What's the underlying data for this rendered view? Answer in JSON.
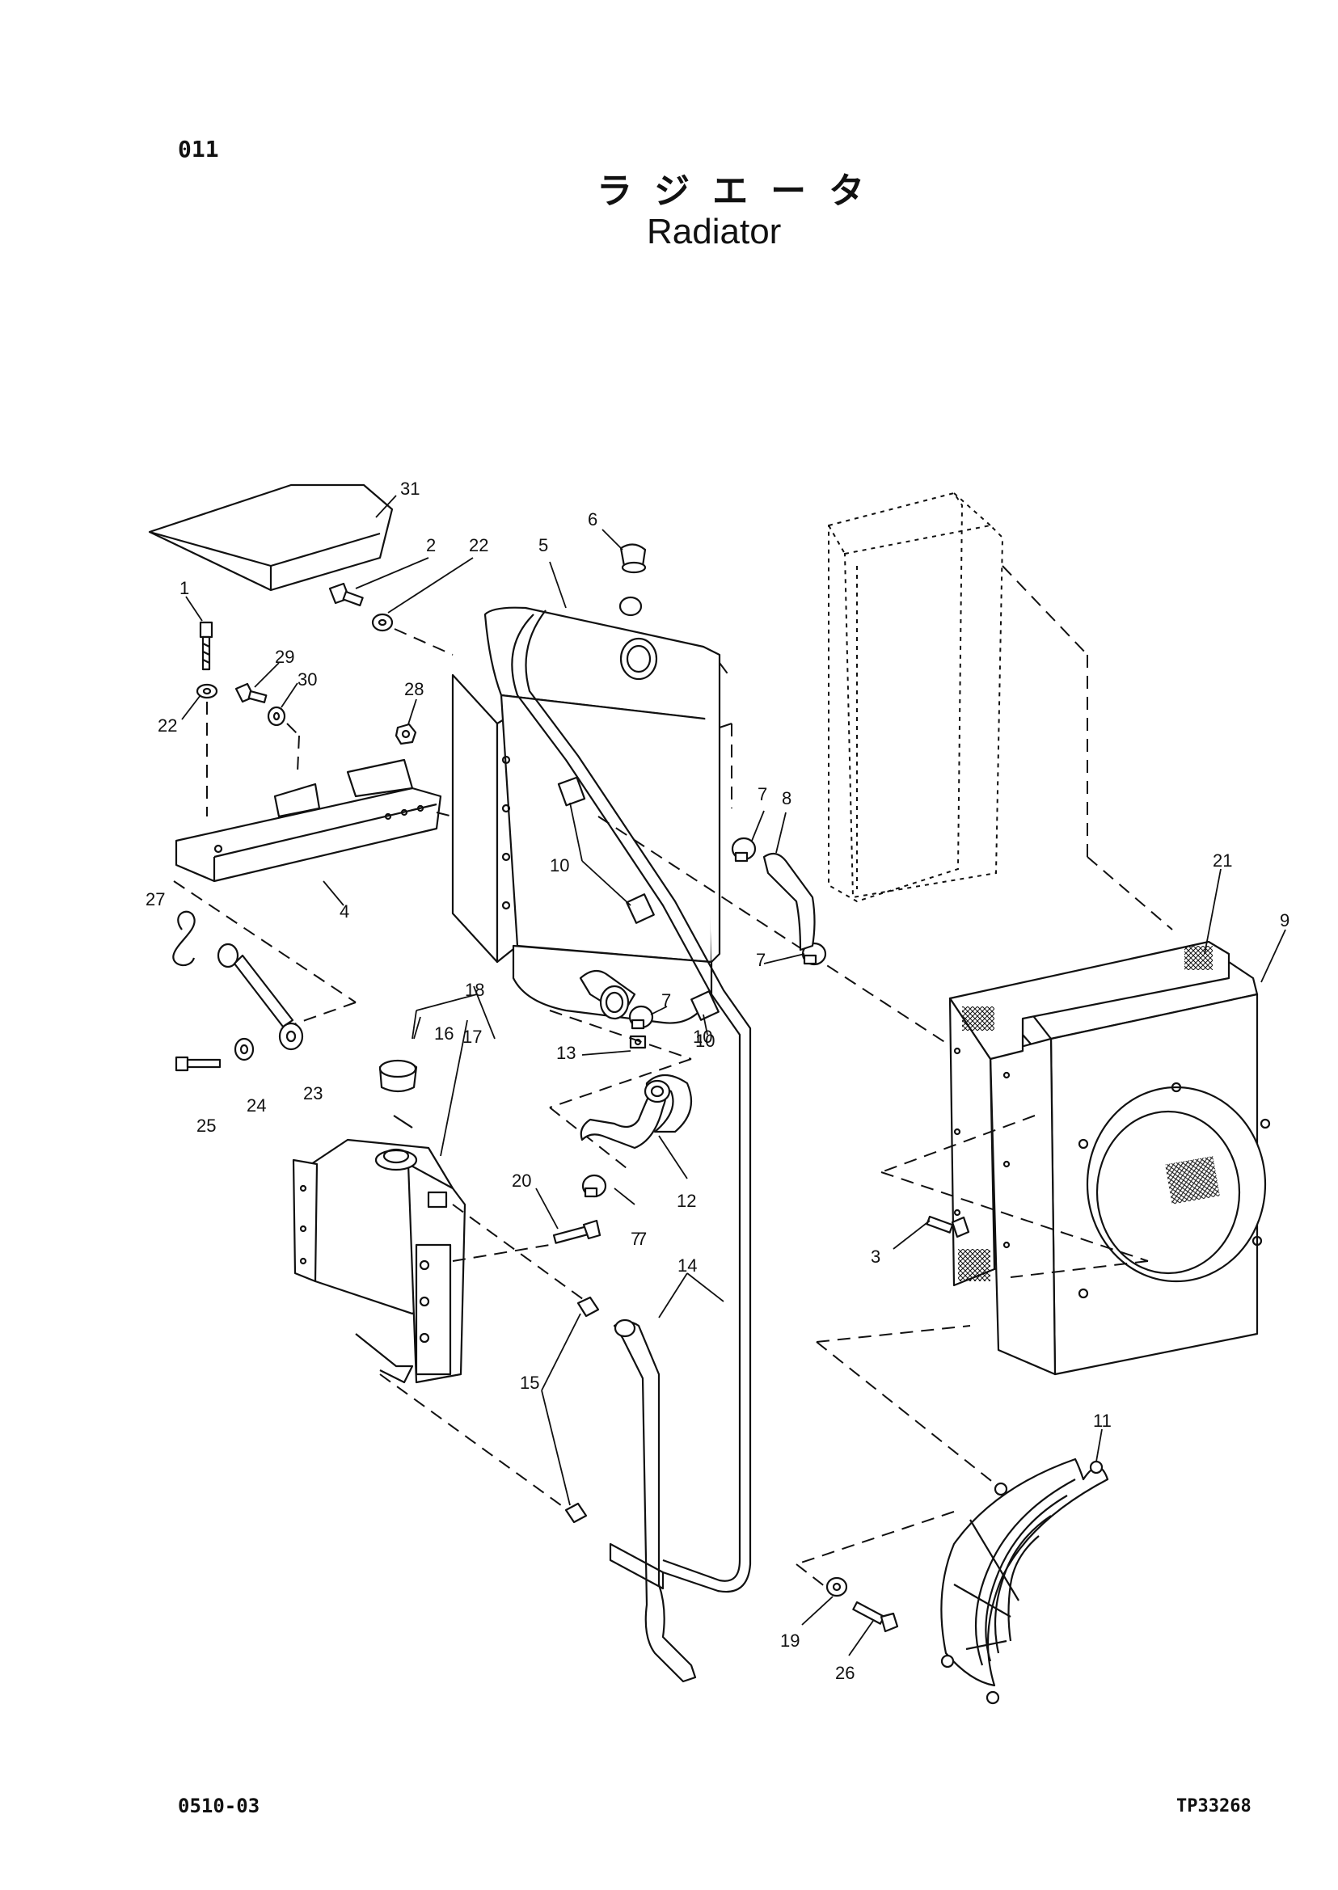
{
  "page_number": "011",
  "title": {
    "japanese": "ラジエータ",
    "english": "Radiator"
  },
  "footer": {
    "left": "0510-03",
    "right": "TP33268"
  },
  "callouts": [
    "1",
    "2",
    "3",
    "4",
    "5",
    "6",
    "7",
    "7",
    "7",
    "7",
    "7",
    "8",
    "9",
    "10",
    "10",
    "10",
    "11",
    "12",
    "13",
    "14",
    "15",
    "16",
    "17",
    "18",
    "19",
    "20",
    "21",
    "22",
    "22",
    "23",
    "24",
    "25",
    "26",
    "27",
    "28",
    "29",
    "30",
    "31"
  ]
}
